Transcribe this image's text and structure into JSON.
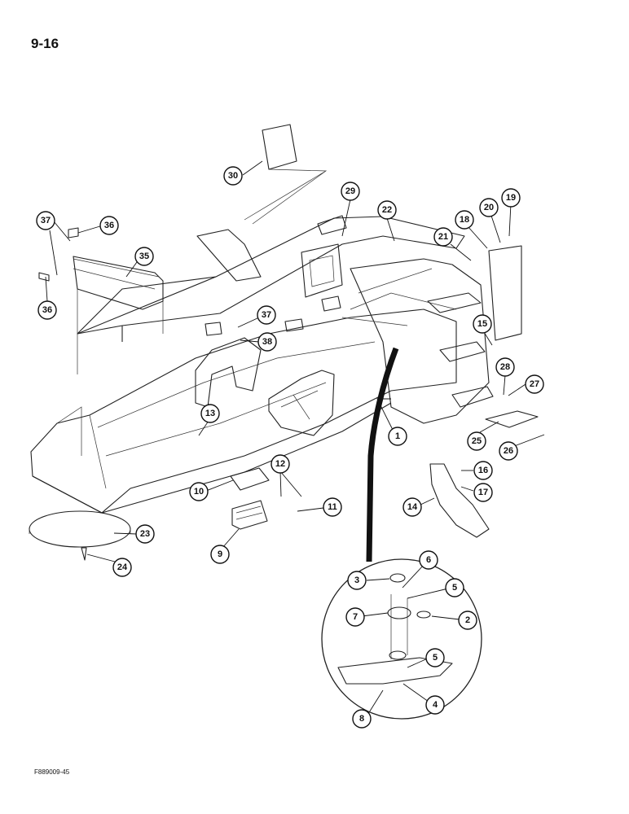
{
  "page": {
    "number": "9-16",
    "figure_code": "F889009-45"
  },
  "callouts": [
    {
      "id": "c30",
      "label": "30"
    },
    {
      "id": "c29",
      "label": "29"
    },
    {
      "id": "c22",
      "label": "22"
    },
    {
      "id": "c20",
      "label": "20"
    },
    {
      "id": "c19",
      "label": "19"
    },
    {
      "id": "c18",
      "label": "18"
    },
    {
      "id": "c21",
      "label": "21"
    },
    {
      "id": "c37a",
      "label": "37"
    },
    {
      "id": "c36a",
      "label": "36"
    },
    {
      "id": "c35",
      "label": "35"
    },
    {
      "id": "c36b",
      "label": "36"
    },
    {
      "id": "c37b",
      "label": "37"
    },
    {
      "id": "c38",
      "label": "38"
    },
    {
      "id": "c15",
      "label": "15"
    },
    {
      "id": "c28",
      "label": "28"
    },
    {
      "id": "c27",
      "label": "27"
    },
    {
      "id": "c13",
      "label": "13"
    },
    {
      "id": "c1",
      "label": "1"
    },
    {
      "id": "c25",
      "label": "25"
    },
    {
      "id": "c26",
      "label": "26"
    },
    {
      "id": "c12",
      "label": "12"
    },
    {
      "id": "c16",
      "label": "16"
    },
    {
      "id": "c10",
      "label": "10"
    },
    {
      "id": "c11",
      "label": "11"
    },
    {
      "id": "c17",
      "label": "17"
    },
    {
      "id": "c14",
      "label": "14"
    },
    {
      "id": "c23",
      "label": "23"
    },
    {
      "id": "c9",
      "label": "9"
    },
    {
      "id": "c24",
      "label": "24"
    },
    {
      "id": "c6",
      "label": "6"
    },
    {
      "id": "c3",
      "label": "3"
    },
    {
      "id": "c5a",
      "label": "5"
    },
    {
      "id": "c7",
      "label": "7"
    },
    {
      "id": "c2",
      "label": "2"
    },
    {
      "id": "c5b",
      "label": "5"
    },
    {
      "id": "c4",
      "label": "4"
    },
    {
      "id": "c8",
      "label": "8"
    }
  ]
}
